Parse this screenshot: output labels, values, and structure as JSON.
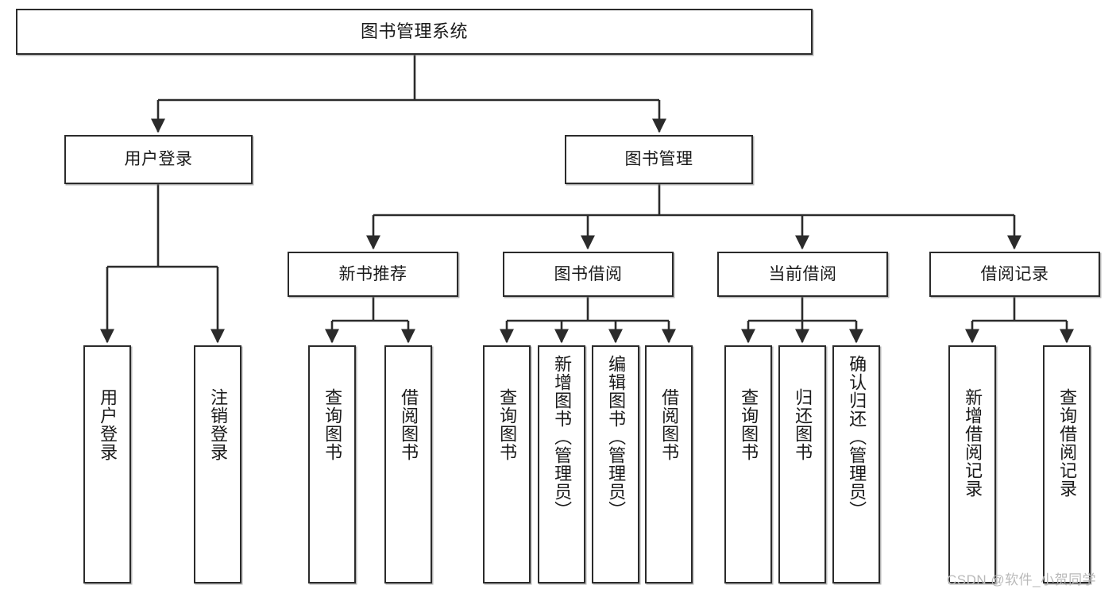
{
  "diagram": {
    "title": "图书管理系统",
    "type": "tree-hierarchy",
    "watermark": "CSDN @软件_小贺同学",
    "colors": {
      "box_border": "#2b2b2b",
      "box_fill": "#ffffff",
      "edge": "#2b2b2b",
      "text": "#1a1a1a",
      "watermark": "#b9b9b9"
    },
    "nodes": {
      "root": {
        "label": "图书管理系统"
      },
      "level2": [
        {
          "id": "user-login",
          "label": "用户登录"
        },
        {
          "id": "book-management",
          "label": "图书管理"
        }
      ],
      "level3": [
        {
          "id": "new-book-recommend",
          "label": "新书推荐"
        },
        {
          "id": "book-borrow",
          "label": "图书借阅"
        },
        {
          "id": "current-borrow",
          "label": "当前借阅"
        },
        {
          "id": "borrow-record",
          "label": "借阅记录"
        }
      ],
      "leaves": {
        "user-login": [
          {
            "id": "leaf-user-login",
            "label": "用户登录"
          },
          {
            "id": "leaf-logout-login",
            "label": "注销登录"
          }
        ],
        "new-book-recommend": [
          {
            "id": "leaf-query-book-1",
            "label": "查询图书"
          },
          {
            "id": "leaf-borrow-book-1",
            "label": "借阅图书"
          }
        ],
        "book-borrow": [
          {
            "id": "leaf-query-book-2",
            "label": "查询图书"
          },
          {
            "id": "leaf-add-book",
            "label": "新增图书（管理员）"
          },
          {
            "id": "leaf-edit-book",
            "label": "编辑图书（管理员）"
          },
          {
            "id": "leaf-borrow-book-2",
            "label": "借阅图书"
          }
        ],
        "current-borrow": [
          {
            "id": "leaf-query-book-3",
            "label": "查询图书"
          },
          {
            "id": "leaf-return-book",
            "label": "归还图书"
          },
          {
            "id": "leaf-confirm-return",
            "label": "确认归还（管理员）"
          }
        ],
        "borrow-record": [
          {
            "id": "leaf-add-record",
            "label": "新增借阅记录"
          },
          {
            "id": "leaf-query-record",
            "label": "查询借阅记录"
          }
        ]
      }
    }
  }
}
